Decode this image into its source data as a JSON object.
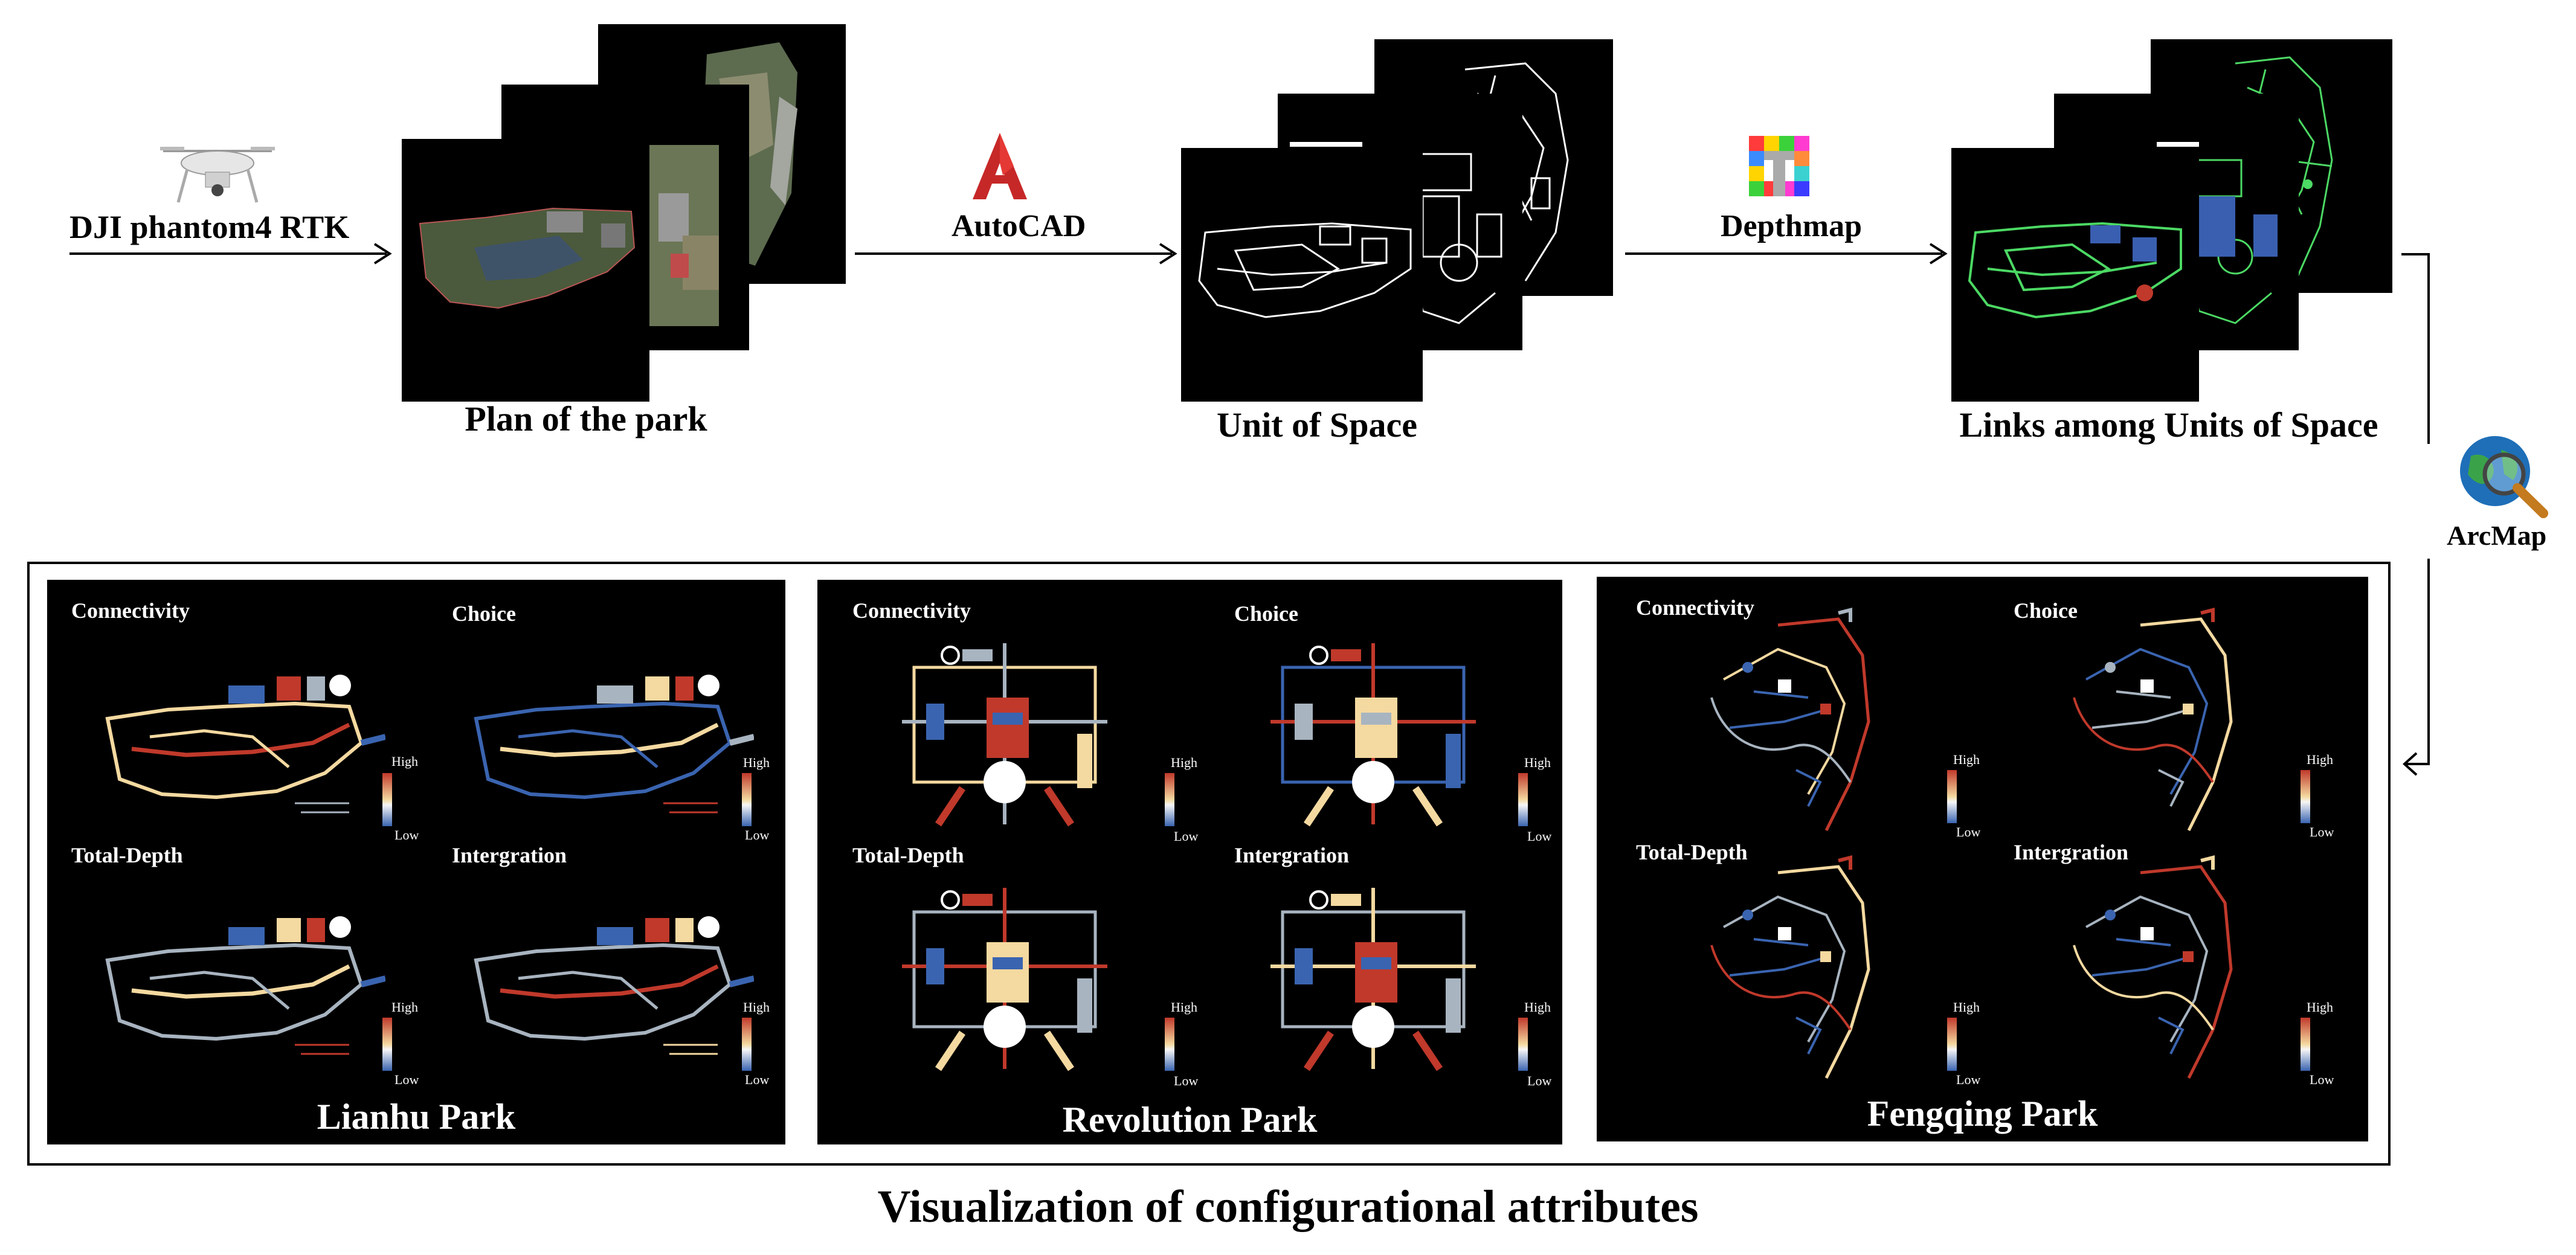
{
  "pipeline": {
    "drone_label": "DJI phantom4 RTK",
    "stage1_title": "Plan of the park",
    "tool2_label": "AutoCAD",
    "stage2_title": "Unit of Space",
    "tool3_label": "Depthmap",
    "stage3_title": "Links among Units of Space",
    "tool4_label": "ArcMap"
  },
  "metrics": {
    "connectivity": "Connectivity",
    "choice": "Choice",
    "total_depth": "Total-Depth",
    "integration": "Intergration"
  },
  "legend": {
    "high": "High",
    "low": "Low"
  },
  "parks": {
    "lianhu": "Lianhu Park",
    "revolution": "Revolution Park",
    "fengqing": "Fengqing Park"
  },
  "colors": {
    "high": "#c0392b",
    "mid": "#f4d9a0",
    "low": "#3a64b0",
    "grey": "#a8b4c0",
    "green_link": "#3cb44b"
  },
  "main_title": "Visualization of configurational attributes"
}
